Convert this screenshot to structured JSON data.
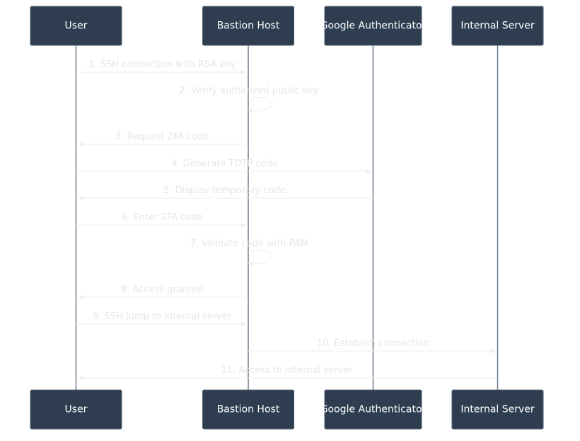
{
  "participants": [
    {
      "id": "user",
      "label": "User"
    },
    {
      "id": "bastion",
      "label": "Bastion Host"
    },
    {
      "id": "google",
      "label": "Google Authenticator"
    },
    {
      "id": "server",
      "label": "Internal Server"
    }
  ],
  "messages": [
    {
      "from": "user",
      "to": "bastion",
      "label": "1. SSH connection with RSA key"
    },
    {
      "from": "bastion",
      "to": "bastion",
      "label": "2. Verify authorized public key"
    },
    {
      "from": "bastion",
      "to": "user",
      "label": "3. Request 2FA code"
    },
    {
      "from": "user",
      "to": "google",
      "label": "4. Generate TOTP code"
    },
    {
      "from": "google",
      "to": "user",
      "label": "5. Display temporary code"
    },
    {
      "from": "user",
      "to": "bastion",
      "label": "6. Enter 2FA code"
    },
    {
      "from": "bastion",
      "to": "bastion",
      "label": "7. Validate code with PAM"
    },
    {
      "from": "bastion",
      "to": "user",
      "label": "8. Access granted"
    },
    {
      "from": "user",
      "to": "bastion",
      "label": "9. SSH jump to internal server"
    },
    {
      "from": "bastion",
      "to": "server",
      "label": "10. Establish connection"
    },
    {
      "from": "server",
      "to": "user",
      "label": "11. Access to internal server"
    }
  ],
  "colors": {
    "actor_fill": "#2e3e50",
    "lifeline": "#6b7a8c",
    "message": "#eeeeee"
  }
}
